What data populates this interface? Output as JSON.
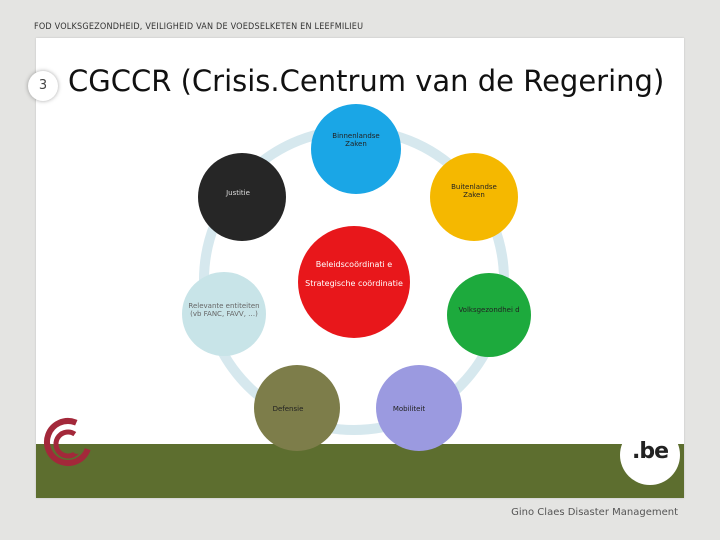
{
  "header": {
    "org": "FOD VOLKSGEZONDHEID, VEILIGHEID VAN DE VOEDSELKETEN EN LEEFMILIEU"
  },
  "slide": {
    "number": "3",
    "title": "CGCCR (Crisis.Centrum van de Regering)"
  },
  "diagram": {
    "center": {
      "line1": "Beleidscoördinati e",
      "line2": "Strategische coördinatie",
      "color": "#e8171b"
    },
    "nodes": [
      {
        "id": "binnenlandse",
        "label": "Binnenlandse Zaken",
        "color": "#1aa6e6"
      },
      {
        "id": "buitenlandse",
        "label": "Buitenlandse Zaken",
        "color": "#f5b800"
      },
      {
        "id": "volksgezondheid",
        "label": "Volksgezondhei d",
        "color": "#1daa3d"
      },
      {
        "id": "mobiliteit",
        "label": "Mobiliteit",
        "color": "#9b9ae0"
      },
      {
        "id": "defensie",
        "label": "Defensie",
        "color": "#7d7d4a"
      },
      {
        "id": "relevante",
        "label": "Relevante entiteiten (vb FANC, FAVV, …)",
        "color": "#c8e4e8"
      },
      {
        "id": "justitie",
        "label": "Justitie",
        "color": "#262626"
      }
    ],
    "ring_color": "#d6e8ee"
  },
  "footer": {
    "credit": "Gino Claes Disaster Management"
  },
  "logos": {
    "be_text": ".be"
  }
}
